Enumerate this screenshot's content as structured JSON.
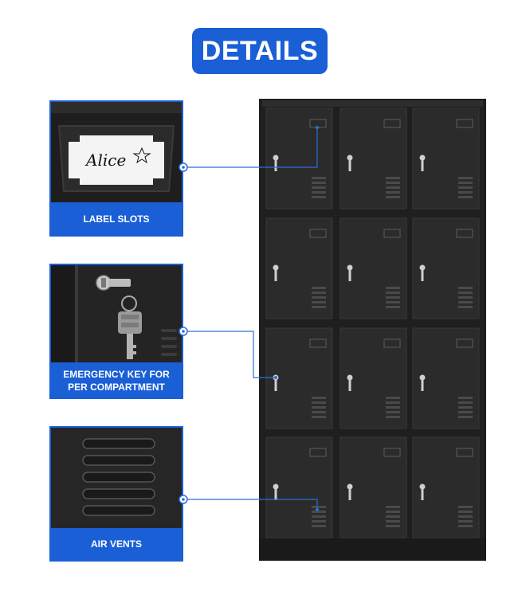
{
  "header": {
    "title": "DETAILS"
  },
  "cards": [
    {
      "caption": "LABEL SLOTS",
      "label_text": "Alice"
    },
    {
      "caption_line1": "EMERGENCY KEY FOR",
      "caption_line2": "PER COMPARTMENT"
    },
    {
      "caption": "AIR VENTS"
    }
  ],
  "colors": {
    "accent": "#1a5fd6",
    "cabinet": "#2a2a2a",
    "connector": "#2a6fd8"
  }
}
